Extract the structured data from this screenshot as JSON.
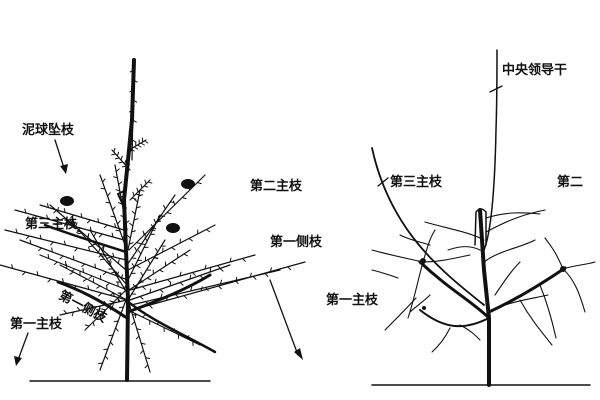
{
  "left_figure": {
    "labels": {
      "mud_ball_branch": "泥球坠枝",
      "third_main_branch": "第三主枝",
      "first_side_branch_overlay": "第一侧枝",
      "first_main_branch": "第一主枝",
      "second_main_branch": "第二主枝",
      "first_side_branch": "第一侧枝"
    }
  },
  "right_figure": {
    "labels": {
      "central_leader": "中央领导干",
      "third_main_branch": "第三主枝",
      "second_main_branch": "第二",
      "first_main_branch": "第一主枝"
    }
  },
  "colors": {
    "ink": "#111111",
    "background": "#ffffff"
  }
}
